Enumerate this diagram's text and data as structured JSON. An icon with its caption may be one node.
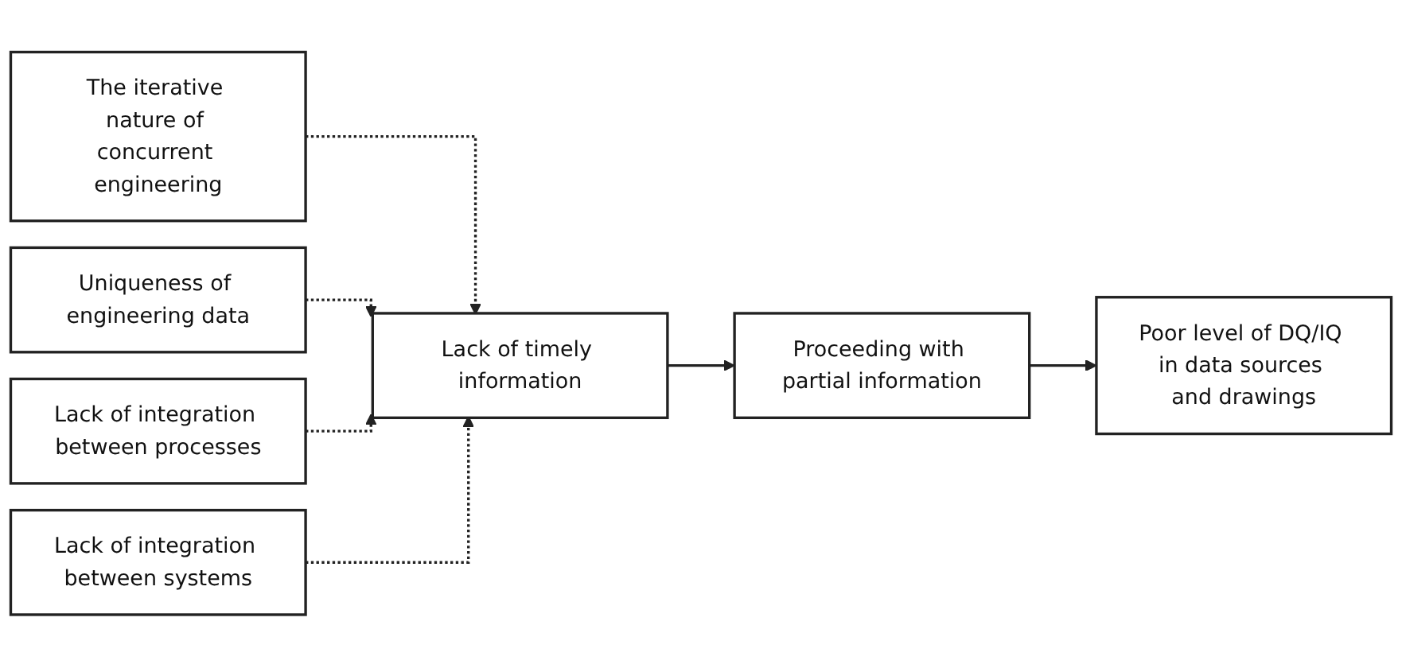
{
  "diagram": {
    "nodes": [
      {
        "text": [
          "The iterative nature of concurrent engineering"
        ]
      },
      {
        "text": [
          "Uniqueness of engineering data"
        ]
      },
      {
        "text": [
          "Lack of integration between processes"
        ]
      },
      {
        "text": [
          "Lack of integration between systems"
        ]
      },
      {
        "text": [
          "Lack of timely information"
        ]
      },
      {
        "text": [
          "Proceeding with partial information"
        ]
      },
      {
        "text": [
          "Poor level of DQ/IQ in data sources and drawings"
        ]
      }
    ],
    "edges": [
      {
        "from": 0,
        "to": 4,
        "arrow": "to",
        "style": "dashed"
      },
      {
        "from": 1,
        "to": 4,
        "arrow": "to",
        "style": "dashed"
      },
      {
        "from": 2,
        "to": 4,
        "arrow": "to",
        "style": "dashed"
      },
      {
        "from": 3,
        "to": 4,
        "arrow": "to",
        "style": "dashed"
      },
      {
        "from": 4,
        "to": 5,
        "arrow": "to"
      },
      {
        "from": 5,
        "to": 6,
        "arrow": "to"
      }
    ]
  }
}
